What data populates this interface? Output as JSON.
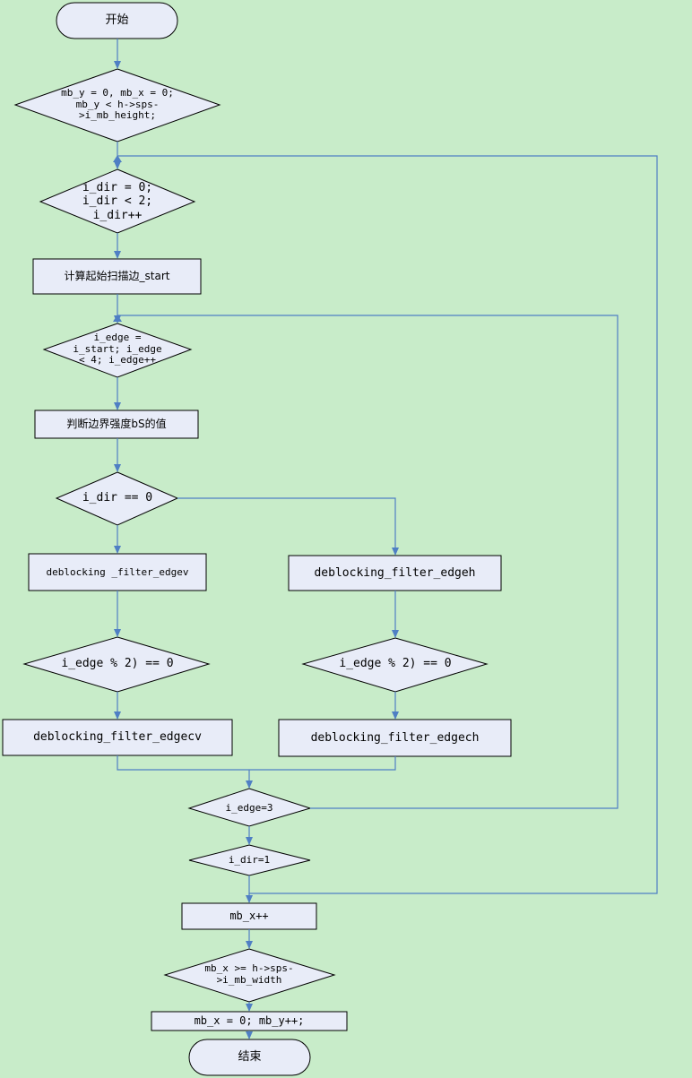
{
  "colors": {
    "background": "#c8ecc9",
    "shape_fill": "#e8ecf8",
    "line": "#4f7fc4",
    "border": "#000000"
  },
  "nodes": {
    "start": "开始",
    "loop_mb_y": "mb_y = 0, mb_x = 0;\nmb_y < h->sps-\n>i_mb_height;",
    "loop_i_dir": "i_dir = 0;\ni_dir < 2;\ni_dir++",
    "calc_start": "计算起始扫描边_start",
    "loop_i_edge": "i_edge =\ni_start; i_edge\n< 4; i_edge++",
    "judge_bs": "判断边界强度bS的值",
    "cond_i_dir": "i_dir == 0",
    "filter_edgev": "deblocking _filter_edgev",
    "filter_edgeh": "deblocking_filter_edgeh",
    "cond_edge_left": "i_edge % 2) == 0",
    "cond_edge_right": "i_edge % 2) == 0",
    "filter_edgecv": "deblocking_filter_edgecv",
    "filter_edgech": "deblocking_filter_edgech",
    "cond_edge_3": "i_edge=3",
    "cond_dir_1": "i_dir=1",
    "mb_x_inc": "mb_x++",
    "cond_mb_x": "mb_x >= h->sps-\n>i_mb_width",
    "reset_mb": "mb_x = 0; mb_y++;",
    "end": "结束"
  }
}
